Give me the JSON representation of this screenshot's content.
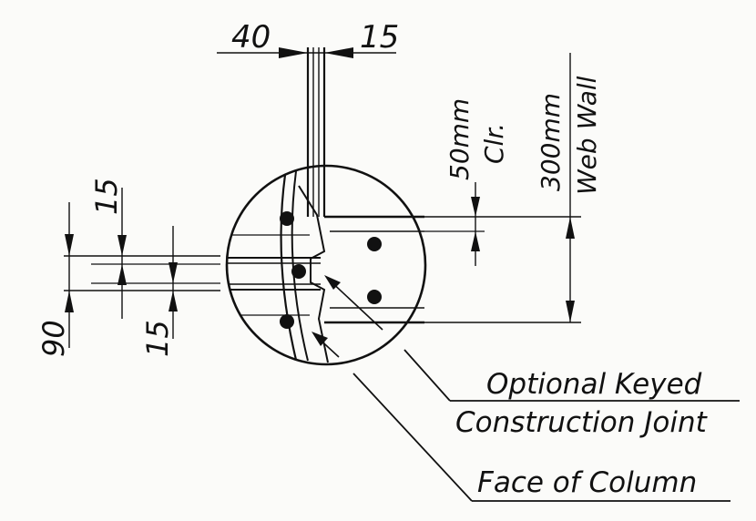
{
  "dimensions": {
    "top_left": "40",
    "top_right": "15",
    "left_top": "15",
    "left_bottom": "15",
    "left_total": "90",
    "clear_cover": "50mm",
    "clear_cover_note": "Clr.",
    "web_wall_size": "300mm",
    "web_wall_label": "Web Wall"
  },
  "callouts": {
    "keyed_joint_line1": "Optional Keyed",
    "keyed_joint_line2": "Construction Joint",
    "face_of_column": "Face of Column"
  },
  "colors": {
    "ink": "#111111",
    "paper": "#fbfbf9"
  }
}
